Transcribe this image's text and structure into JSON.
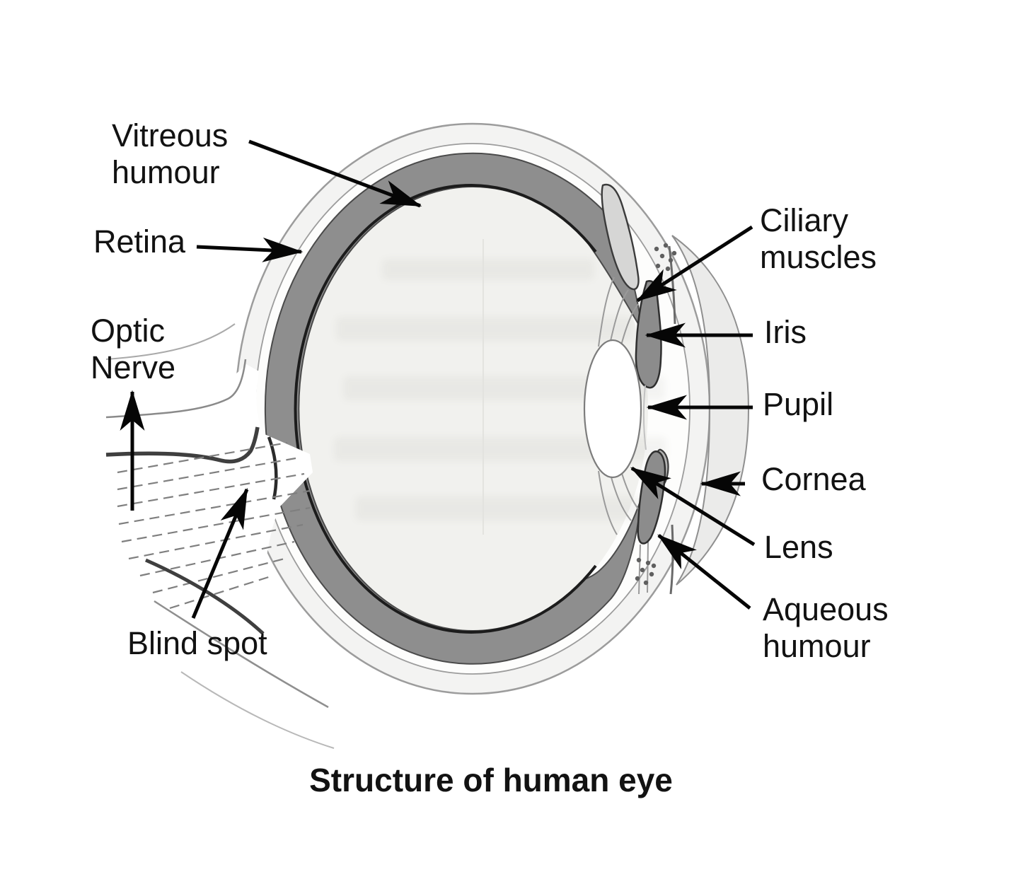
{
  "diagram": {
    "title": "Structure of human eye",
    "labels": {
      "vitreous_humour": "Vitreous\nhumour",
      "retina": "Retina",
      "optic_nerve": "Optic\nNerve",
      "blind_spot": "Blind spot",
      "ciliary_muscles": "Ciliary\nmuscles",
      "iris": "Iris",
      "pupil": "Pupil",
      "cornea": "Cornea",
      "lens": "Lens",
      "aqueous_humour": "Aqueous\nhumour"
    },
    "colors": {
      "background": "#ffffff",
      "ink": "#121212",
      "outline": "#9c9c9c",
      "choroid": "#8e8e8e",
      "interior": "#f1f1ee",
      "sclera": "#f3f3f2",
      "cornea_fill": "#ebebea",
      "iris_fill": "#8c8c8c",
      "ciliary_fill": "#d6d6d5",
      "lens_fill": "#ffffff"
    }
  }
}
